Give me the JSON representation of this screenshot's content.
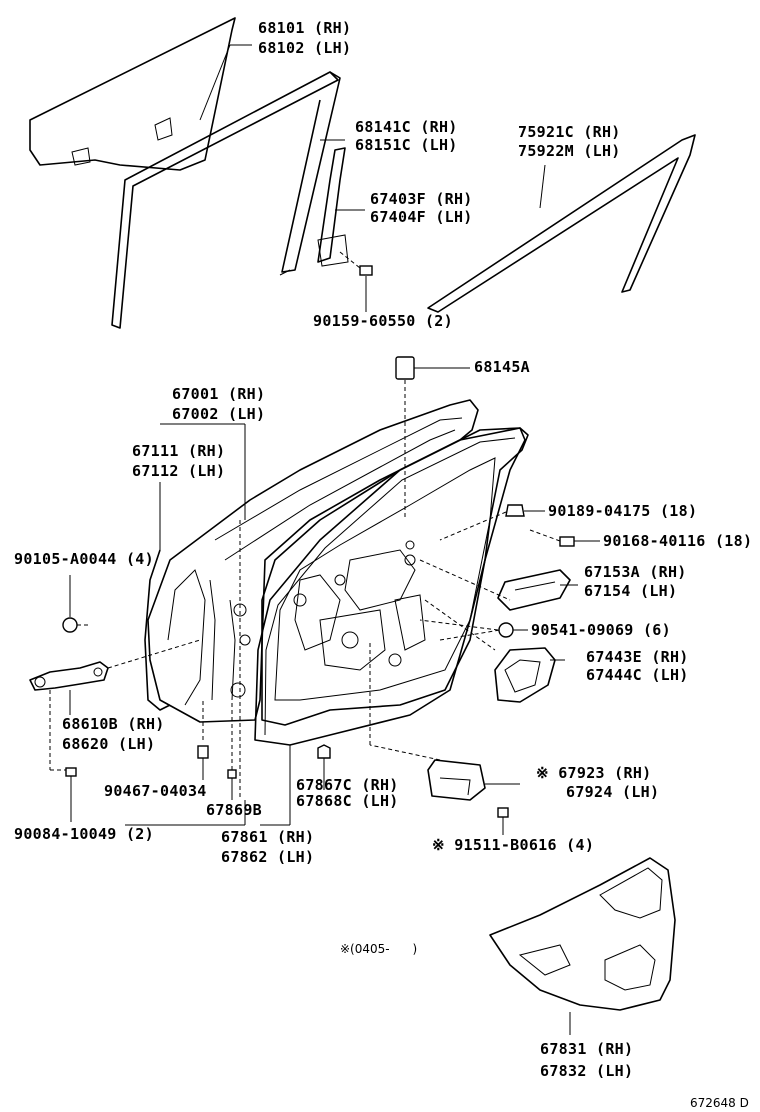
{
  "diagram": {
    "footer_code": "672648 D",
    "date_note": "※(0405-      )",
    "callouts": {
      "glass_rh": "68101 (RH)",
      "glass_lh": "68102 (LH)",
      "run_rh": "68141C (RH)",
      "run_lh": "68151C (LH)",
      "frame_rh": "75921C (RH)",
      "frame_lh": "75922M (LH)",
      "sash_rh": "67403F (RH)",
      "sash_lh": "67404F (LH)",
      "screw_a": "90159-60550 (2)",
      "cushion": "68145A",
      "panel_rh": "67001 (RH)",
      "panel_lh": "67002 (LH)",
      "hole_rh": "67111 (RH)",
      "hole_lh": "67112 (LH)",
      "clip_a": "90105-A0044 (4)",
      "clip_b": "90189-04175 (18)",
      "screw_b": "90168-40116 (18)",
      "bracket_rh": "67153A (RH)",
      "bracket_lh": "67154 (LH)",
      "nut": "90541-09069 (6)",
      "cover_rh": "67443E (RH)",
      "cover_lh": "67444C (LH)",
      "check_rh": "68610B (RH)",
      "check_lh": "68620 (LH)",
      "bolt_a": "90467-04034",
      "weather": "67869B",
      "bolt_b": "90084-10049 (2)",
      "seal_rh": "67861 (RH)",
      "seal_lh": "67862 (LH)",
      "strip_rh": "67867C (RH)",
      "strip_lh": "67868C (LH)",
      "block_rh": "※ 67923 (RH)",
      "block_lh": "67924 (LH)",
      "screw_c": "※ 91511-B0616 (4)",
      "sheet_rh": "67831 (RH)",
      "sheet_lh": "67832 (LH)"
    }
  }
}
